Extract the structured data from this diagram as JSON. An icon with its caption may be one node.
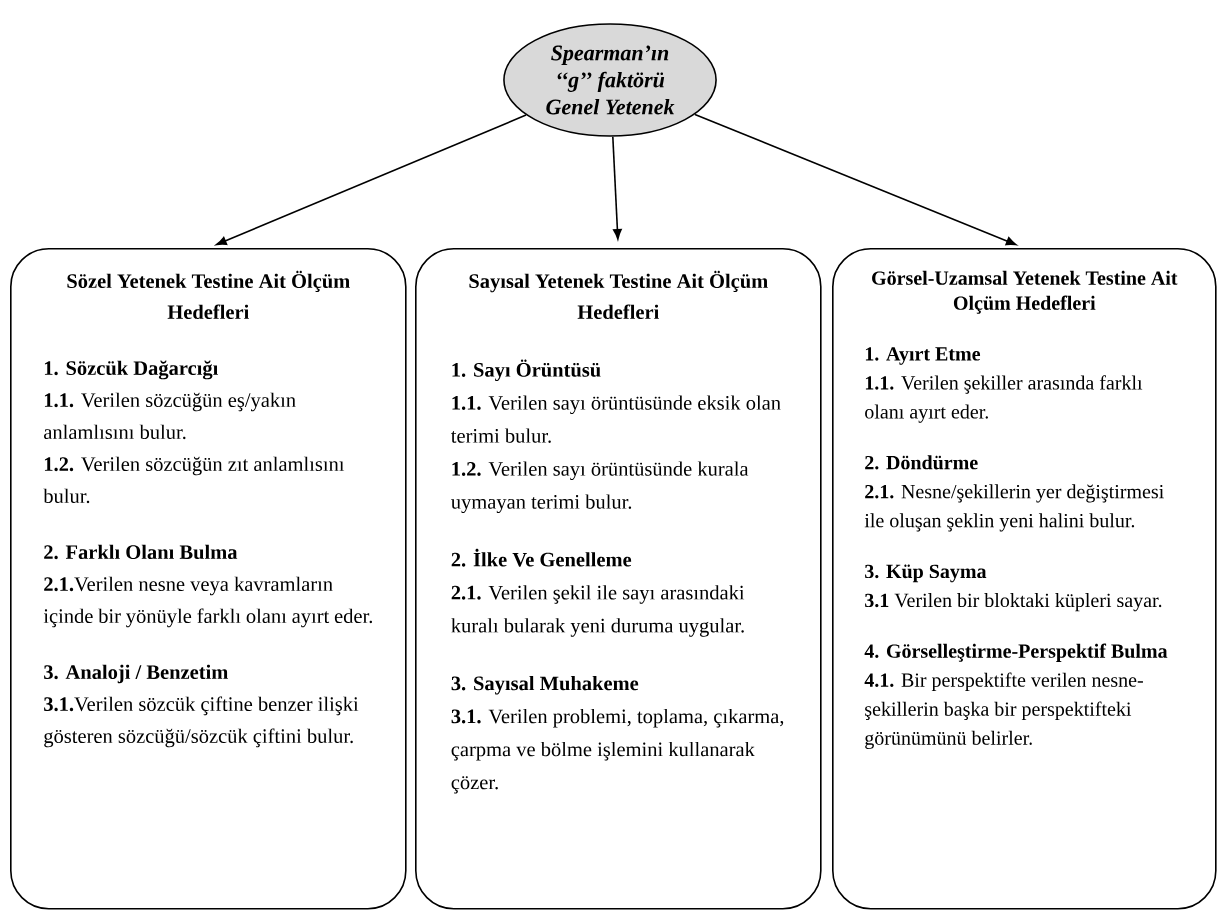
{
  "diagram": {
    "nodes": [
      {
        "text": [
          "Spearman’ın ‘‘g’’ faktörü Genel Yetenek"
        ]
      },
      {
        "text": [
          "Sözel Yetenek Testine Ait Ölçüm Hedefleri",
          "1. Sözcük Dağarcığı",
          "**1.1.** Verilen sözcüğün eş/yakın anlamlısını bulur.",
          "**1.2.** Verilen sözcüğün zıt anlamlısını bulur.",
          "2. Farklı Olanı Bulma",
          "**2.1.**Verilen nesne veya kavramların içinde bir yönüyle farklı olanı ayırt eder.",
          "3. Analoji / Benzetim",
          "**3.1.**Verilen sözcük çiftine benzer ilişki gösteren sözcüğü/sözcük çiftini bulur."
        ]
      },
      {
        "text": [
          "Sayısal Yetenek Testine Ait Ölçüm Hedefleri",
          "1. Sayı Örüntüsü",
          "**1.1.** Verilen sayı örüntüsünde eksik olan terimi bulur.",
          "**1.2.** Verilen sayı örüntüsünde kurala uymayan terimi bulur.",
          "2. İlke Ve Genelleme",
          "**2.1.** Verilen şekil ile sayı arasındaki kuralı bularak yeni duruma uygular.",
          "3. Sayısal Muhakeme",
          "**3.1.** Verilen problemi, toplama, çıkarma, çarpma ve bölme işlemini kullanarak çözer."
        ]
      },
      {
        "text": [
          "Görsel-Uzamsal Yetenek Testine Ait Olçüm Hedefleri",
          "1. Ayırt Etme",
          "**1.1.** Verilen şekiller arasında farklı olanı ayırt eder.",
          "2. Döndürme",
          "**2.1.** Nesne/şekillerin yer değiştirmesi ile oluşan şeklin yeni halini bulur.",
          "3. Küp Sayma",
          "**3.1** Verilen bir bloktaki küpleri sayar.",
          "4. Görselleştirme-Perspektif Bulma",
          "**4.1.** Bir perspektifte verilen nesne- şekillerin başka bir perspektifteki görünümünü belirler."
        ]
      }
    ],
    "edges": [
      {
        "from": 0,
        "to": 1,
        "arrow": "to"
      },
      {
        "from": 0,
        "to": 2,
        "arrow": "to"
      },
      {
        "from": 0,
        "to": 3,
        "arrow": "to"
      }
    ]
  }
}
